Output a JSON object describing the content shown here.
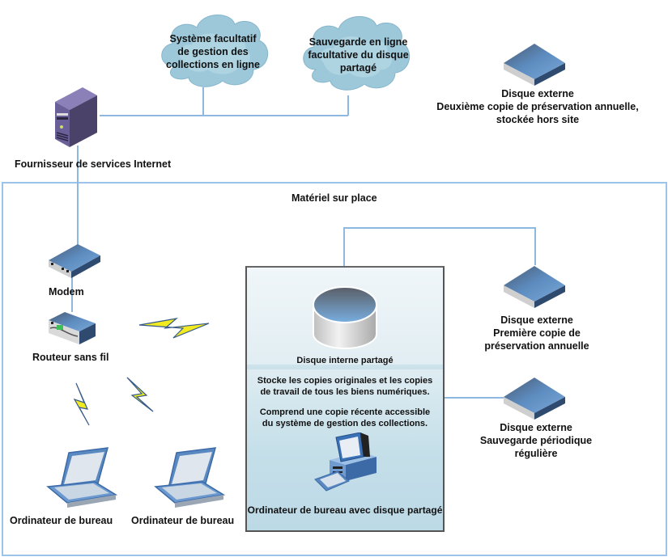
{
  "clouds": [
    {
      "lines": [
        "Système facultatif",
        "de gestion des",
        "collections en ligne"
      ]
    },
    {
      "lines": [
        "Sauvegarde en ligne",
        "facultative du disque",
        "partagé"
      ]
    }
  ],
  "isp": {
    "label": "Fournisseur de services Internet"
  },
  "offsite_disk": {
    "lines": [
      "Disque externe",
      "Deuxième copie de préservation annuelle,",
      "stockée hors site"
    ]
  },
  "onsite": {
    "title": "Matériel sur place"
  },
  "modem": {
    "label": "Modem"
  },
  "router": {
    "label": "Routeur sans fil"
  },
  "laptops": [
    {
      "label": "Ordinateur de bureau"
    },
    {
      "label": "Ordinateur de bureau"
    }
  ],
  "shared_panel": {
    "disk_label": "Disque interne partagé",
    "desc1": [
      "Stocke les copies originales et les copies",
      "de travail de tous les biens numériques."
    ],
    "desc2": [
      "Comprend une copie récente accessible",
      "du système de gestion des collections."
    ],
    "desktop_label": "Ordinateur de bureau avec disque partagé"
  },
  "disk_annual1": {
    "lines": [
      "Disque externe",
      "Première copie de",
      "préservation annuelle"
    ]
  },
  "disk_periodic": {
    "lines": [
      "Disque externe",
      "Sauvegarde périodique",
      "régulière"
    ]
  },
  "colors": {
    "line": "#8fb8e0",
    "frame": "#9cc3ea",
    "cloud": "#9cc8da",
    "disk_top": "#5a86b8"
  }
}
